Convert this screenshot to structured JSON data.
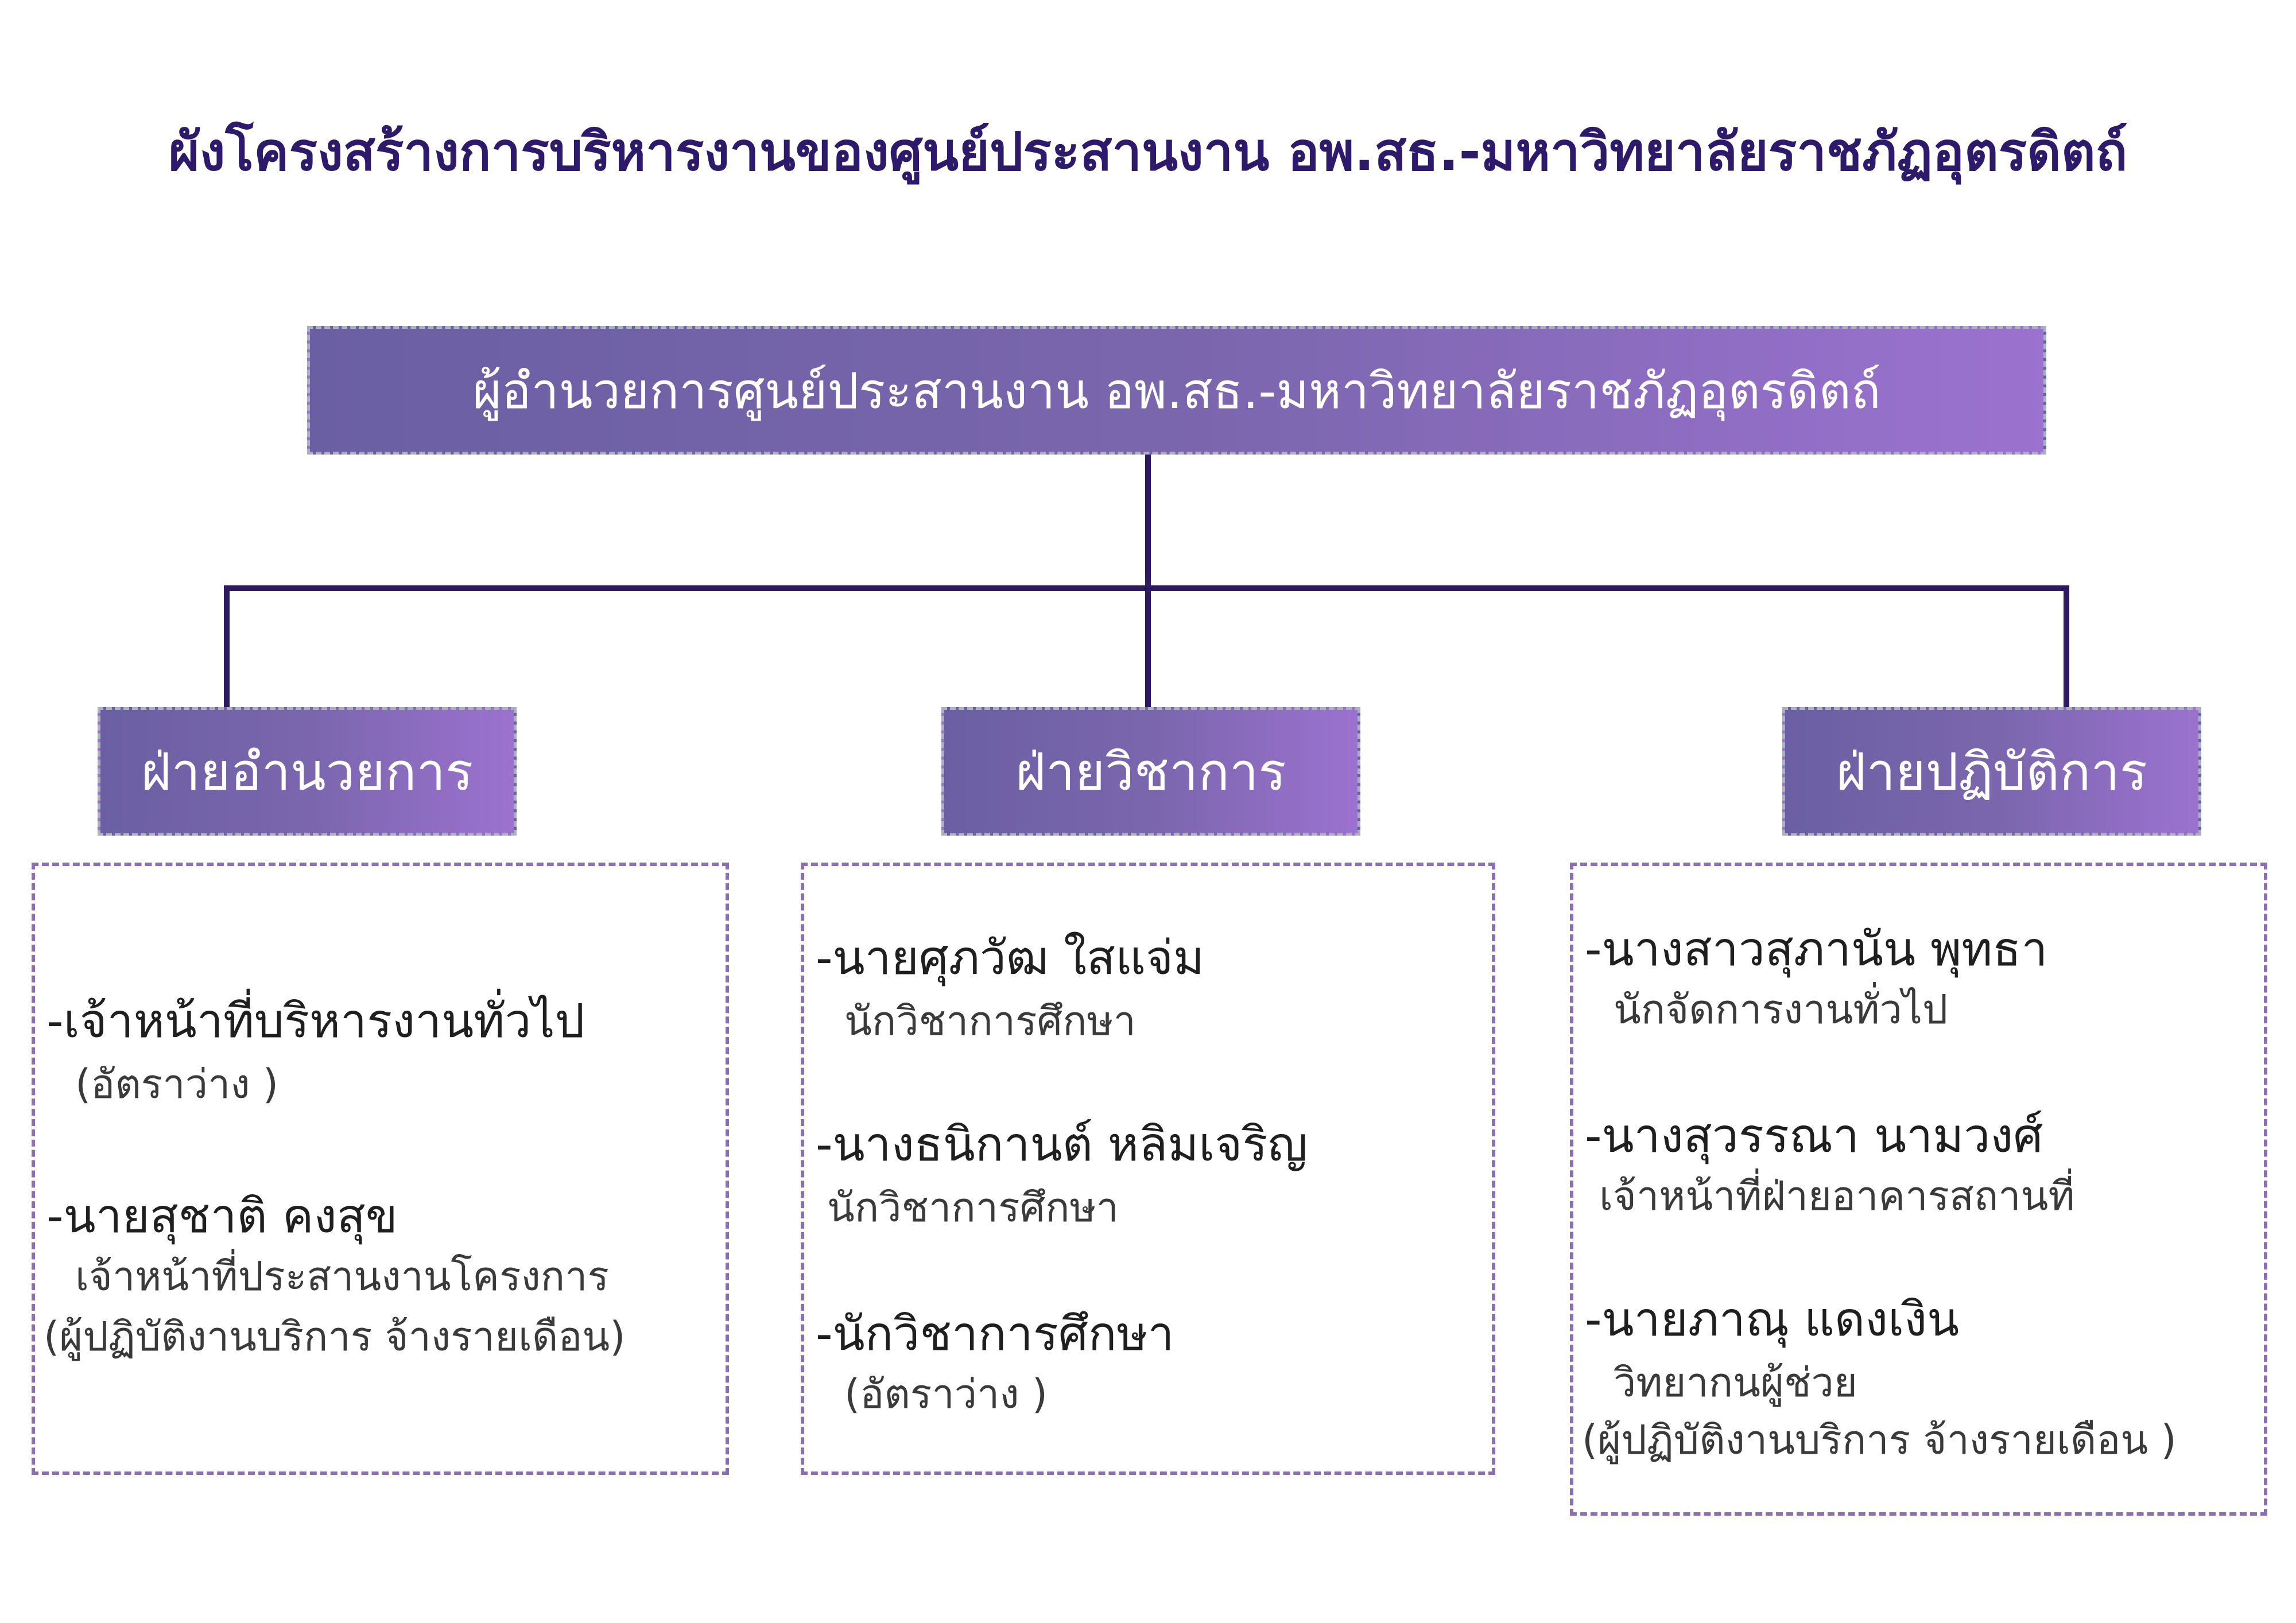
{
  "title": "ผังโครงสร้างการบริหารงานของศูนย์ประสานงาน อพ.สธ.-มหาวิทยาลัยราชภัฏอุตรดิตถ์",
  "director": "ผู้อำนวยการศูนย์ประสานงาน อพ.สธ.-มหาวิทยาลัยราชภัฏอุตรดิตถ์",
  "departments": [
    {
      "name": "ฝ่ายอำนวยการ",
      "staff": [
        {
          "name": "-เจ้าหน้าที่บริหารงานทั่วไป",
          "role": "(อัตราว่าง )",
          "note": ""
        },
        {
          "name": "-นายสุชาติ  คงสุข",
          "role": "เจ้าหน้าที่ประสานงานโครงการ",
          "note": "(ผู้ปฏิบัติงานบริการ จ้างรายเดือน)"
        }
      ]
    },
    {
      "name": "ฝ่ายวิชาการ",
      "staff": [
        {
          "name": "-นายศุภวัฒ  ใสแจ่ม",
          "role": "นักวิชาการศึกษา",
          "note": ""
        },
        {
          "name": "-นางธนิกานต์  หลิมเจริญ",
          "role": "นักวิชาการศึกษา",
          "note": ""
        },
        {
          "name": "-นักวิชาการศึกษา",
          "role": "(อัตราว่าง )",
          "note": ""
        }
      ]
    },
    {
      "name": "ฝ่ายปฏิบัติการ",
      "staff": [
        {
          "name": "-นางสาวสุภานัน  พุทธา",
          "role": "นักจัดการงานทั่วไป",
          "note": ""
        },
        {
          "name": "-นางสุวรรณา  นามวงศ์",
          "role": "เจ้าหน้าที่ฝ่ายอาคารสถานที่",
          "note": ""
        },
        {
          "name": "-นายภาณุ  แดงเงิน",
          "role": "วิทยากนผู้ช่วย",
          "note": "(ผู้ปฏิบัติงานบริการ จ้างรายเดือน )"
        }
      ]
    }
  ],
  "colors": {
    "title": "#2e1a6b",
    "connector": "#2e1a5e",
    "box_gradient_start": "#6b5fa3",
    "box_gradient_end": "#9b72cf",
    "staff_border": "#8a6fb3"
  }
}
